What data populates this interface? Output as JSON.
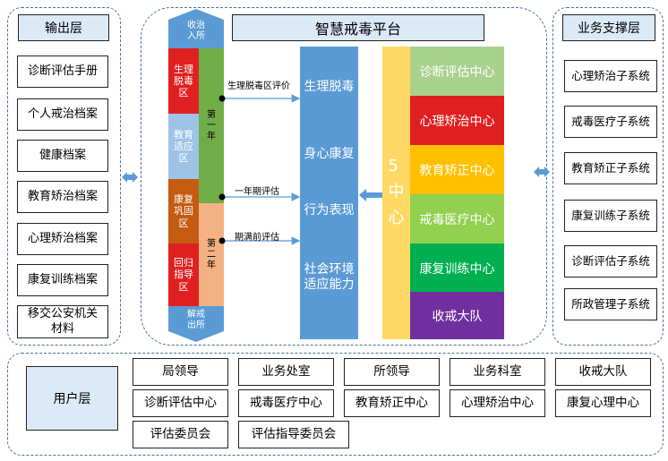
{
  "title": "智慧戒毒平台",
  "output_layer": {
    "header": "输出层",
    "items": [
      "诊断评估手册",
      "个人戒治档案",
      "健康档案",
      "教育矫治档案",
      "心理矫治档案",
      "康复训练档案",
      "移交公安机关\n材料"
    ]
  },
  "support_layer": {
    "header": "业务支撑层",
    "items": [
      "心理矫治子系统",
      "戒毒医疗子系统",
      "教育矫正子系统",
      "康复训练子系统",
      "诊断评估子系统",
      "所政管理子系统"
    ]
  },
  "flow": {
    "top": "收治\n入所",
    "bottom": "解戒\n出所",
    "zones": [
      "生理\n脱毒\n区",
      "教育\n适应\n区",
      "康复\n巩固\n区",
      "回归\n指导\n区"
    ],
    "years": [
      "第\n一\n年",
      "第\n二\n年"
    ],
    "evals": [
      "生理脱毒区评价",
      "一年期评估",
      "期满前评估"
    ]
  },
  "center_items": [
    "生理脱毒",
    "身心康复",
    "行为表现",
    "社会环境\n适应能力"
  ],
  "five_center": "5\n中\n心",
  "centers": [
    "诊断评估中心",
    "心理矫治中心",
    "教育矫正中心",
    "戒毒医疗中心",
    "康复训练中心",
    "收戒大队"
  ],
  "user_layer": {
    "header": "用户层",
    "row1": [
      "局领导",
      "业务处室",
      "所领导",
      "业务科室",
      "收戒大队"
    ],
    "row2": [
      "诊断评估中心",
      "戒毒医疗中心",
      "教育矫正中心",
      "心理矫治中心",
      "康复心理中心"
    ],
    "row3": [
      "评估委员会",
      "评估指导委员会"
    ]
  },
  "colors": {
    "accent_blue": "#5b9bd5",
    "center_colors": [
      "#a9d18e",
      "#e02020",
      "#ffc000",
      "#92d050",
      "#00b050",
      "#7030a0"
    ],
    "zone_colors": [
      "#e02020",
      "#9dc3e6",
      "#c55a11",
      "#e02020"
    ],
    "year_colors": [
      "#70ad47",
      "#f4b183"
    ],
    "five_center": "#ffd966"
  }
}
